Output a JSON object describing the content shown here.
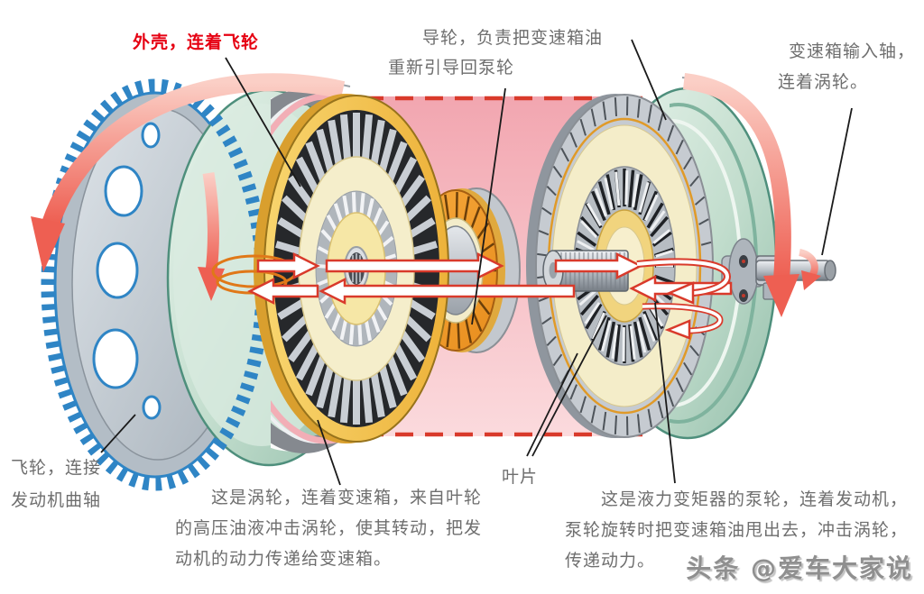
{
  "labels": {
    "shell": "外壳，连着飞轮",
    "stator_line1": "导轮，负责把变速箱油",
    "stator_line2": "重新引导回泵轮",
    "input_shaft_line1": "变速箱输入轴，",
    "input_shaft_line2": "连着涡轮。",
    "flywheel_line1": "飞轮，连接",
    "flywheel_line2": "发动机曲轴",
    "turbine_para": "这是涡轮，连着变速箱，来自叶轮的高压油液冲击涡轮，使其转动，把发动机的动力传递给变速箱。",
    "blades": "叶片",
    "pump_para": "这是液力变矩器的泵轮，连着发动机，泵轮旋转时把变速箱油甩出去，冲击涡轮，传递动力。",
    "watermark": "头条 @爱车大家说"
  },
  "colors": {
    "label_red": "#e60012",
    "label_gray": "#6e6e6e",
    "arrow_salmon": "#ee5f52",
    "flow_arrow_outline": "#d93a2b",
    "oil_band_pink_top": "#f2a6b0",
    "oil_band_pink_bottom": "#fbdadd",
    "shell_teal": "#9ec6b4",
    "gear_blue": "#2f85c5",
    "wheel_gold": "#edb23a",
    "wheel_cream": "#f5eecb",
    "stator_orange": "#ef9a2d"
  }
}
